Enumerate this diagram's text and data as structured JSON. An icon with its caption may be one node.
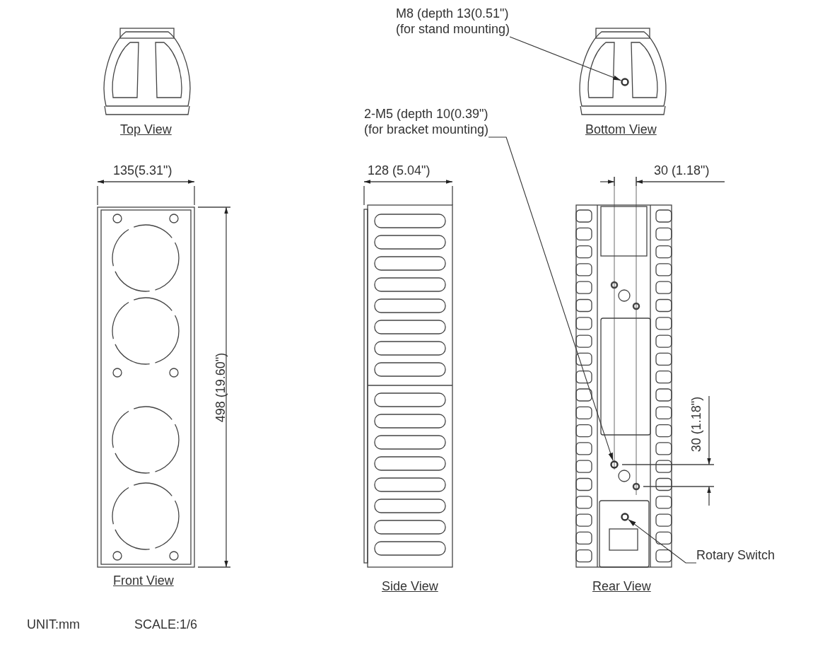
{
  "diagram": {
    "nodes": [
      {
        "text": [
          "M8 (depth 13(0.51\")",
          "(for stand mounting)"
        ]
      },
      {
        "text": [],
        "shape": "circle"
      },
      {
        "text": [
          "2-M5 (depth 10(0.39\")",
          "(for bracket mounting)"
        ]
      },
      {
        "text": [],
        "shape": "circle"
      },
      {
        "text": [
          "Rotary Switch"
        ]
      },
      {
        "text": [],
        "shape": "circle"
      }
    ],
    "edges": [
      {
        "from": 0,
        "to": 1,
        "arrow": "to"
      },
      {
        "from": 2,
        "to": 3,
        "arrow": "to"
      },
      {
        "from": 4,
        "to": 5,
        "arrow": "to"
      }
    ],
    "labels": [
      "Top View",
      "Bottom View",
      "135(5.31\")",
      "128 (5.04\")",
      "30 (1.18\")",
      "498 (19.60\")",
      "30 (1.18\")",
      "Front View",
      "Side View",
      "Rear View",
      "UNIT:mm",
      "SCALE:1/6"
    ]
  }
}
